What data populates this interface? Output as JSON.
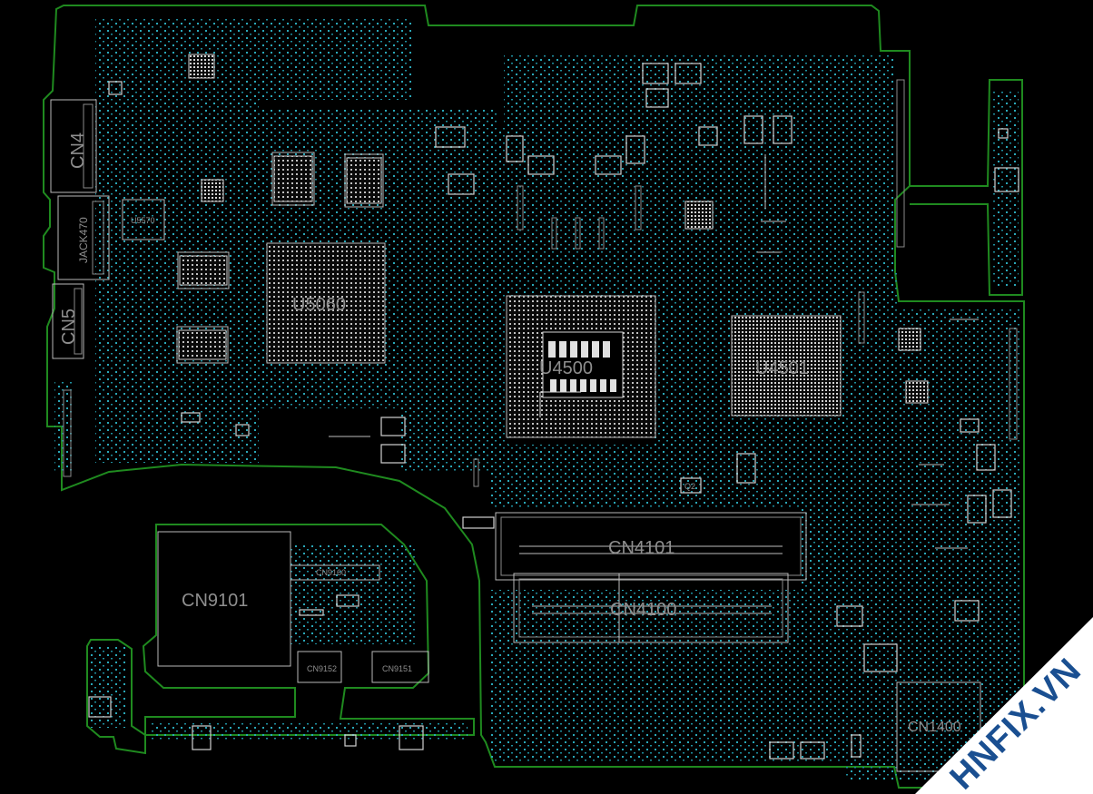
{
  "labels": {
    "cn4": "CN4",
    "jack470": "JACK470",
    "u5570": "U5570",
    "cn5": "CN5",
    "u5060": "U5060",
    "u4500": "U4500",
    "u4501": "U4501",
    "q2": "Q2",
    "cn4101": "CN4101",
    "cn4100": "CN4100",
    "cn9101": "CN9101",
    "cn9160": "CN9160",
    "cn9152": "CN9152",
    "cn9151": "CN9151",
    "cn1400": "CN1400"
  },
  "watermark": {
    "text": "HNFIX.VN"
  },
  "colors": {
    "board_outline": "#1f8a1f",
    "pads": "#2aa7b8",
    "silkscreen": "#b9b9b9",
    "label": "#8e8e8e",
    "background": "#000000",
    "watermark_text": "#1a4f91"
  }
}
